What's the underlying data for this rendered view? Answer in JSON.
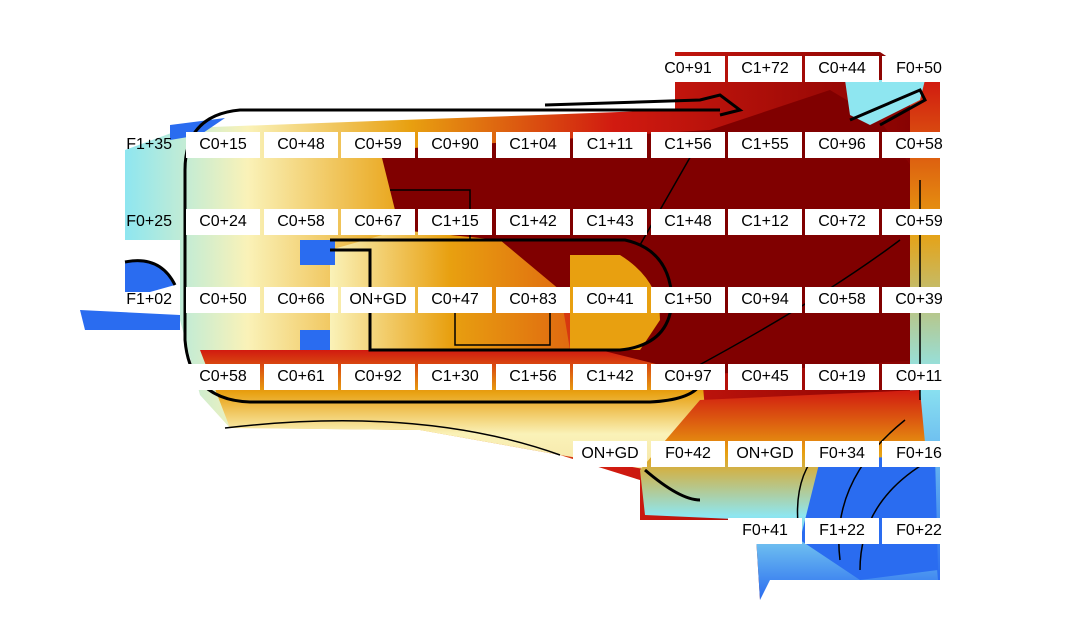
{
  "palette": {
    "dark_red": "#800000",
    "red": "#d11a10",
    "orange": "#e06a10",
    "amber": "#e8a010",
    "pale_yellow": "#faf2b8",
    "cream": "#f6e6a8",
    "cyan": "#8ee6f0",
    "blue": "#2a6cf0",
    "outline": "#000000"
  },
  "rows": [
    {
      "row_label": "",
      "cells": [
        "",
        "",
        "",
        "",
        "",
        "",
        "",
        "C0+91",
        "C1+72",
        "C0+44",
        "F0+50"
      ]
    },
    {
      "row_label": "F1+35",
      "cells": [
        "C0+15",
        "C0+48",
        "C0+59",
        "C0+90",
        "C1+04",
        "C1+11",
        "C1+56",
        "C1+55",
        "C0+96",
        "C0+58"
      ]
    },
    {
      "row_label": "F0+25",
      "cells": [
        "C0+24",
        "C0+58",
        "C0+67",
        "C1+15",
        "C1+42",
        "C1+43",
        "C1+48",
        "C1+12",
        "C0+72",
        "C0+59"
      ]
    },
    {
      "row_label": "F1+02",
      "cells": [
        "C0+50",
        "C0+66",
        "ON+GD",
        "C0+47",
        "C0+83",
        "C0+41",
        "C1+50",
        "C0+94",
        "C0+58",
        "C0+39"
      ]
    },
    {
      "row_label": "",
      "cells": [
        "C0+58",
        "C0+61",
        "C0+92",
        "C1+30",
        "C1+56",
        "C1+42",
        "C0+97",
        "C0+45",
        "C0+19",
        "C0+11"
      ]
    },
    {
      "row_label": "",
      "cells": [
        "",
        "",
        "",
        "",
        "",
        "ON+GD",
        "F0+42",
        "ON+GD",
        "F0+34",
        "F0+16"
      ]
    },
    {
      "row_label": "",
      "cells": [
        "",
        "",
        "",
        "",
        "",
        "",
        "",
        "F0+41",
        "F1+22",
        "F0+22"
      ]
    }
  ]
}
